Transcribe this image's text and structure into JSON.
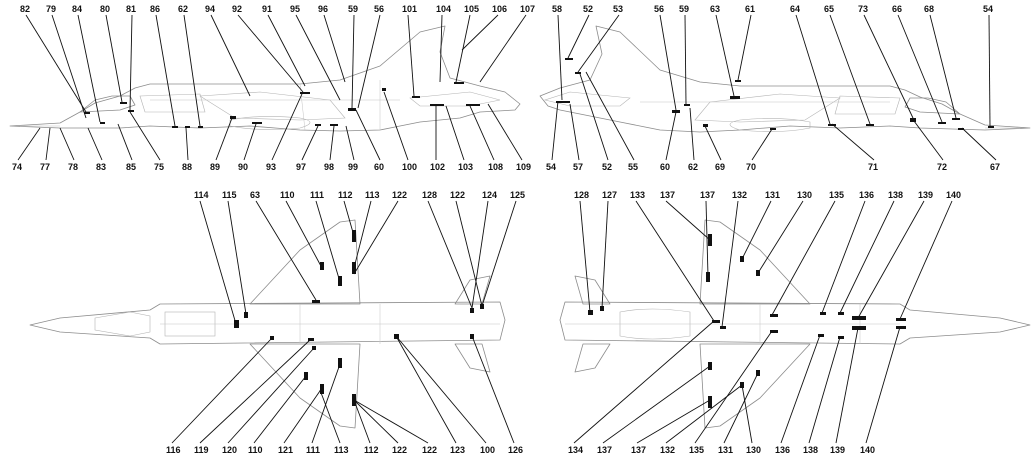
{
  "views": {
    "side_left": {
      "labels_top": [
        "82",
        "79",
        "84",
        "80",
        "81",
        "86",
        "62",
        "94",
        "92",
        "91",
        "95",
        "96",
        "59",
        "56",
        "101",
        "104",
        "105",
        "106",
        "107"
      ],
      "labels_bottom": [
        "74",
        "77",
        "78",
        "83",
        "85",
        "75",
        "88",
        "89",
        "90",
        "93",
        "97",
        "98",
        "99",
        "60",
        "100",
        "102",
        "103",
        "108",
        "109"
      ]
    },
    "side_right": {
      "labels_top": [
        "58",
        "52",
        "53",
        "56",
        "59",
        "63",
        "61",
        "64",
        "65",
        "73",
        "66",
        "68",
        "54"
      ],
      "labels_bottom": [
        "54",
        "57",
        "52",
        "55",
        "60",
        "62",
        "69",
        "70",
        "71",
        "72",
        "67"
      ]
    },
    "top_view": {
      "labels_top": [
        "114",
        "115",
        "63",
        "110",
        "111",
        "112",
        "113",
        "122",
        "128",
        "122",
        "124",
        "125"
      ],
      "labels_bottom": [
        "116",
        "119",
        "120",
        "110",
        "121",
        "111",
        "113",
        "112",
        "122",
        "122",
        "123",
        "100",
        "126"
      ]
    },
    "bottom_view": {
      "labels_top": [
        "128",
        "127",
        "133",
        "137",
        "137",
        "132",
        "131",
        "130",
        "135",
        "136",
        "138",
        "139",
        "140"
      ],
      "labels_bottom": [
        "134",
        "137",
        "137",
        "132",
        "135",
        "131",
        "130",
        "136",
        "138",
        "139",
        "140"
      ]
    }
  }
}
